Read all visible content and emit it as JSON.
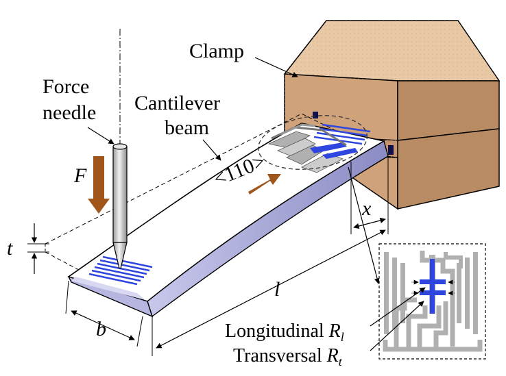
{
  "labels": {
    "clamp": "Clamp",
    "force_line1": "Force",
    "force_line2": "needle",
    "cantilever_line1": "Cantilever",
    "cantilever_line2": "beam",
    "direction": "<110>",
    "force_symbol": "F",
    "thickness": "t",
    "width": "b",
    "length": "l",
    "distance": "x",
    "longitudinal": "Longitudinal",
    "transversal": "Transversal",
    "r_symbol": "R",
    "sub_l": "l",
    "sub_t": "t"
  },
  "colors": {
    "clamp_top": "#e9c9a5",
    "clamp_front": "#d0a27a",
    "clamp_side": "#b98b62",
    "beam_top": "#ffffff",
    "beam_side": "#a8a8d8",
    "arrow_brown": "#a0561b",
    "resistor_blue": "#2f45e0",
    "trace_gray": "#b0b0b0",
    "needle": "#cfcfcf"
  }
}
